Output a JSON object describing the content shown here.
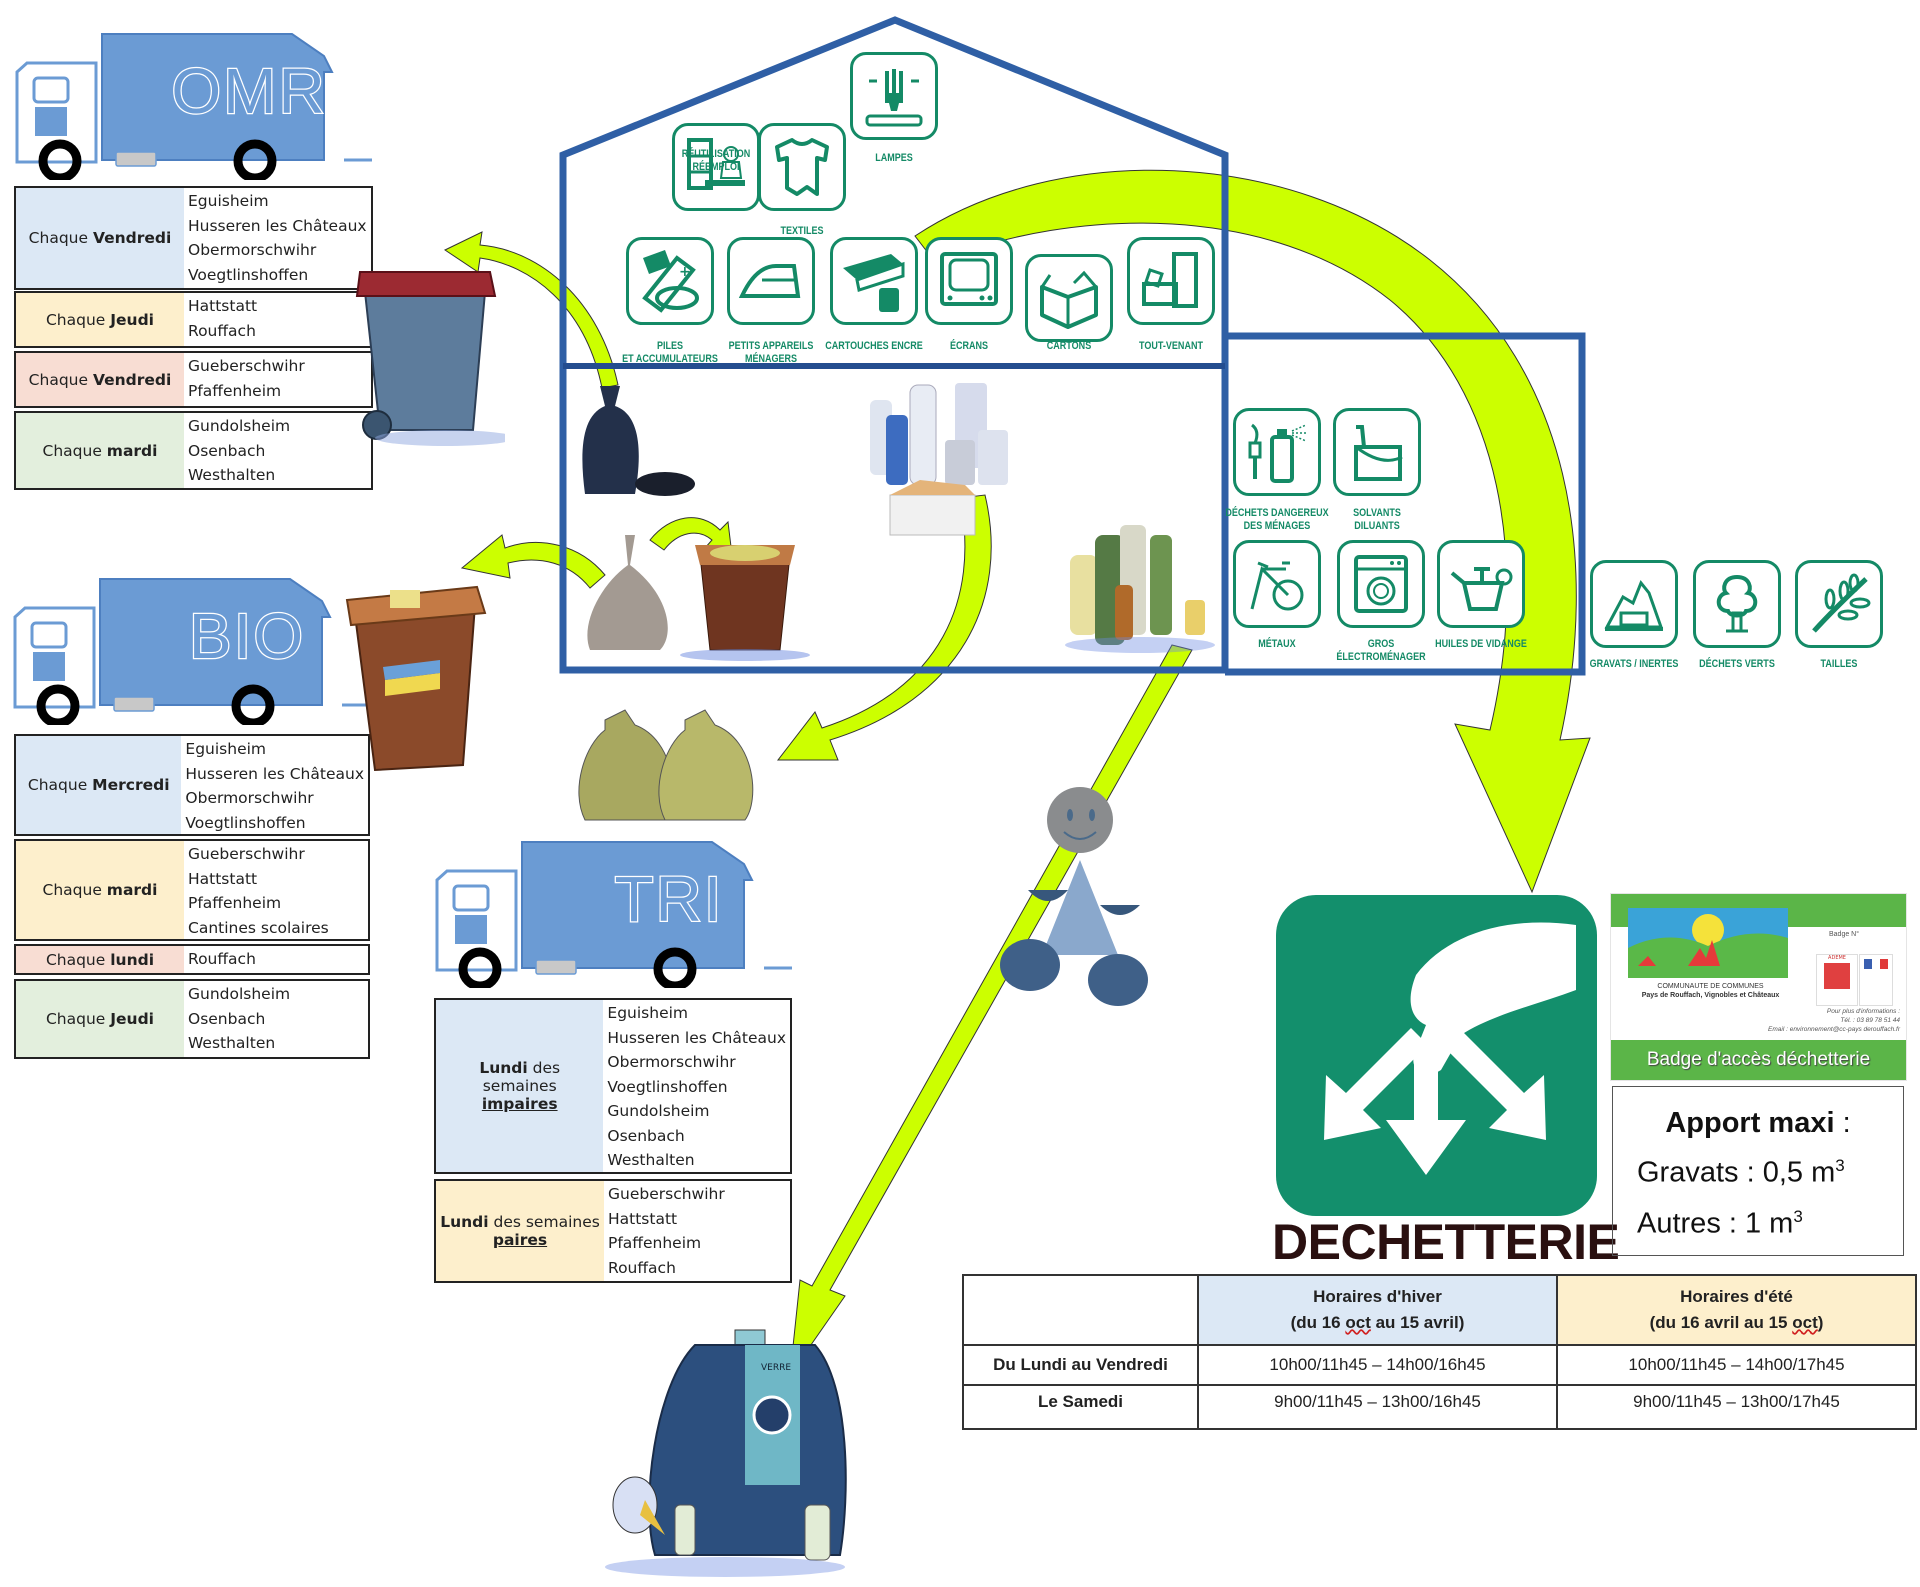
{
  "colors": {
    "truck_blue": "#6b9bd4",
    "house_blue": "#2f5fa5",
    "arrow_lime": "#ccff00",
    "icon_green": "#148a66",
    "badge_green": "#5bb548"
  },
  "omr": {
    "truck_label": "OMR",
    "schedules": [
      {
        "prefix": "Chaque",
        "day": "Vendredi",
        "towns": [
          "Eguisheim",
          "Husseren les Châteaux",
          "Obermorschwihr",
          "Voegtlinshoffen"
        ]
      },
      {
        "prefix": "Chaque",
        "day": "Jeudi",
        "towns": [
          "Hattstatt",
          "Rouffach"
        ]
      },
      {
        "prefix": "Chaque",
        "day": "Vendredi",
        "towns": [
          "Gueberschwihr",
          "Pfaffenheim"
        ]
      },
      {
        "prefix": "Chaque",
        "day": "mardi",
        "towns": [
          "Gundolsheim",
          "Osenbach",
          "Westhalten"
        ]
      }
    ]
  },
  "bio": {
    "truck_label": "BIO",
    "schedules": [
      {
        "prefix": "Chaque",
        "day": "Mercredi",
        "towns": [
          "Eguisheim",
          "Husseren les Châteaux",
          "Obermorschwihr",
          "Voegtlinshoffen"
        ]
      },
      {
        "prefix": "Chaque",
        "day": "mardi",
        "towns": [
          "Gueberschwihr",
          "Hattstatt",
          "Pfaffenheim",
          "Cantines scolaires"
        ]
      },
      {
        "prefix": "Chaque",
        "day": "lundi",
        "towns": [
          "Rouffach"
        ]
      },
      {
        "prefix": "Chaque",
        "day": "Jeudi",
        "towns": [
          "Gundolsheim",
          "Osenbach",
          "Westhalten"
        ]
      }
    ]
  },
  "tri": {
    "truck_label": "TRI",
    "schedules": [
      {
        "day": "Lundi",
        "middle": "des semaines",
        "week": "impaires",
        "towns": [
          "Eguisheim",
          "Husseren les Châteaux",
          "Obermorschwihr",
          "Voegtlinshoffen",
          "Gundolsheim",
          "Osenbach",
          "Westhalten"
        ]
      },
      {
        "day": "Lundi",
        "middle": "des semaines",
        "week": "paires",
        "towns": [
          "Gueberschwihr",
          "Hattstatt",
          "Pfaffenheim",
          "Rouffach"
        ]
      }
    ]
  },
  "house_icons": {
    "attic": [
      {
        "icon": "reuse-furniture-icon",
        "label_lines": [
          "RÉUTILISATION",
          "RÉEMPLOI"
        ]
      },
      {
        "icon": "tshirt-icon",
        "label_lines": [
          "TEXTILES"
        ]
      },
      {
        "icon": "lamp-bulb-icon",
        "label_lines": [
          "LAMPES"
        ]
      }
    ],
    "row": [
      {
        "icon": "battery-icon",
        "label_lines": [
          "PILES",
          "ET ACCUMULATEURS"
        ]
      },
      {
        "icon": "iron-icon",
        "label_lines": [
          "PETITS APPAREILS",
          "MÉNAGERS"
        ]
      },
      {
        "icon": "ink-cartridge-icon",
        "label_lines": [
          "CARTOUCHES ENCRE"
        ]
      },
      {
        "icon": "screen-tv-icon",
        "label_lines": [
          "ÉCRANS"
        ]
      },
      {
        "icon": "cardboard-box-icon",
        "label_lines": [
          "CARTONS"
        ]
      },
      {
        "icon": "armchair-icon",
        "label_lines": [
          "TOUT-VENANT"
        ]
      }
    ],
    "garage": [
      {
        "icon": "paint-spray-icon",
        "label_lines": [
          "DÉCHETS DANGEREUX",
          "DES MÉNAGES"
        ]
      },
      {
        "icon": "paint-bucket-icon",
        "label_lines": [
          "SOLVANTS",
          "DILUANTS"
        ]
      },
      {
        "icon": "bicycle-icon",
        "label_lines": [
          "MÉTAUX"
        ]
      },
      {
        "icon": "washing-machine-icon",
        "label_lines": [
          "GROS",
          "ÉLECTROMÉNAGER"
        ]
      },
      {
        "icon": "oil-can-icon",
        "label_lines": [
          "HUILES DE VIDANGE"
        ]
      }
    ],
    "outside": [
      {
        "icon": "rubble-icon",
        "label_lines": [
          "GRAVATS / INERTES"
        ]
      },
      {
        "icon": "tree-icon",
        "label_lines": [
          "DÉCHETS VERTS"
        ]
      },
      {
        "icon": "branch-icon",
        "label_lines": [
          "TAILLES"
        ]
      }
    ]
  },
  "glass_bin": {
    "label": "VERRE"
  },
  "dechetterie": {
    "title": "DECHETTERIE",
    "badge": {
      "number_label": "Badge N°",
      "org_line1": "COMMUNAUTE DE COMMUNES",
      "org_line2": "Pays de Rouffach, Vignobles et Châteaux",
      "logo1": "ADEME",
      "info_label": "Pour plus d'informations :",
      "phone": "Tél. : 03 89 78 51 44",
      "email": "Email : environnement@cc-pays derouffach.fr",
      "title": "Badge d'accès déchetterie"
    },
    "apport": {
      "title": "Apport maxi",
      "colon": " :",
      "lines": [
        {
          "label": "Gravats : 0,5 m",
          "sup": "3"
        },
        {
          "label": "Autres : 1 m",
          "sup": "3"
        }
      ]
    },
    "hours": {
      "columns": [
        {
          "title": "Horaires d'hiver",
          "range_pre": "(du 16 ",
          "range_ul": "oct",
          "range_post": " au 15 avril)"
        },
        {
          "title": "Horaires d'été",
          "range_pre": "(du 16 avril au 15 ",
          "range_ul": "oct",
          "range_post": ")"
        }
      ],
      "rows": [
        {
          "label": "Du Lundi au Vendredi",
          "winter": "10h00/11h45 – 14h00/16h45",
          "summer": "10h00/11h45 – 14h00/17h45"
        },
        {
          "label": "Le Samedi",
          "winter": "9h00/11h45 – 13h00/16h45",
          "summer": "9h00/11h45 – 13h00/17h45"
        }
      ]
    }
  }
}
